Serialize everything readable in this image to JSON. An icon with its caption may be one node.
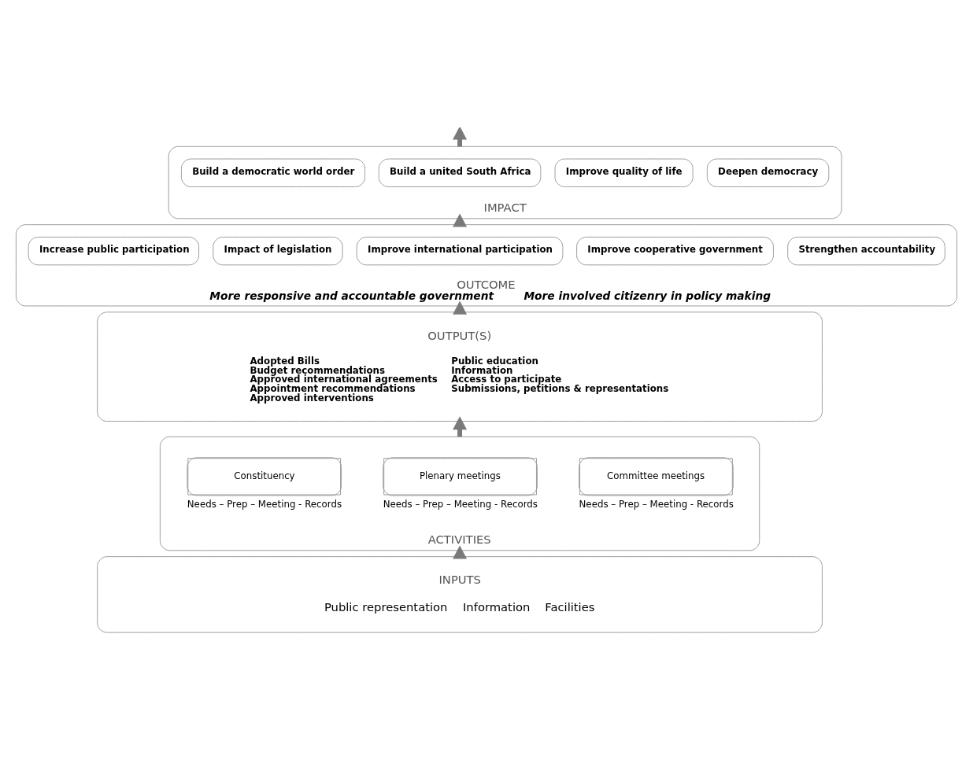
{
  "diagram": {
    "nodes": [
      {
        "text": [
          "IMPACT"
        ]
      },
      {
        "text": [
          "Deepen democracy"
        ],
        "in": 0
      },
      {
        "text": [
          "Improve quality of life"
        ],
        "in": 0
      },
      {
        "text": [
          "Build a united South Africa"
        ],
        "in": 0
      },
      {
        "text": [
          "Build a democratic world order"
        ],
        "in": 0
      },
      {
        "text": [
          "OUTCOME",
          "More responsive and accountable government",
          "More involved citizenry in policy making"
        ]
      },
      {
        "text": [
          "Strengthen accountability"
        ],
        "in": 5
      },
      {
        "text": [
          "Improve cooperative government"
        ],
        "in": 5
      },
      {
        "text": [
          "Improve international participation"
        ],
        "in": 5
      },
      {
        "text": [
          "Impact of legislation"
        ],
        "in": 5
      },
      {
        "text": [
          "Increase public participation"
        ],
        "in": 5
      },
      {
        "text": [
          "OUTPUT(S)",
          "Adopted Bills",
          "Budget recommendations",
          "Approved international agreements",
          "Appointment recommendations",
          "Approved interventions",
          "Public education",
          "Information",
          "Access to participate",
          "Submissions, petitions & representations"
        ]
      },
      {
        "text": [
          "ACTIVITIES"
        ]
      },
      {
        "text": [
          "Committee meetings"
        ],
        "in": 12,
        "beside": [
          "Needs – Prep – Meeting - Records"
        ]
      },
      {
        "text": [
          "Plenary meetings"
        ],
        "in": 12,
        "beside": [
          "Needs – Prep – Meeting - Records"
        ]
      },
      {
        "text": [
          "Constituency"
        ],
        "in": 12,
        "beside": [
          "Needs – Prep – Meeting - Records"
        ]
      },
      {
        "text": [
          "INPUTS",
          "Public representation",
          "Information",
          "Facilities"
        ]
      }
    ],
    "edges": [
      {
        "from": 16,
        "to": 12,
        "arrow": "to"
      },
      {
        "from": 12,
        "to": 11,
        "arrow": "to"
      },
      {
        "from": 11,
        "to": 5,
        "arrow": "to"
      },
      {
        "from": 5,
        "to": 0,
        "arrow": "to"
      },
      {
        "from": 0,
        "to": null,
        "arrow": "to"
      }
    ]
  }
}
